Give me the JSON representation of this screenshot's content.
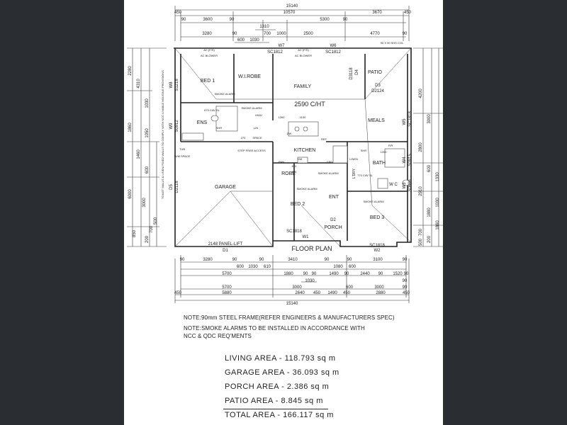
{
  "dims_top": {
    "overall": "15140",
    "row1": [
      "450",
      "10570",
      "3670",
      "450"
    ],
    "row2": [
      "90",
      "3600",
      "90",
      "5300",
      "90"
    ],
    "row3": [
      "1310"
    ],
    "row4": [
      "3280",
      "90",
      "700",
      "1000",
      "2500",
      "4770",
      "90"
    ],
    "row5": [
      "600",
      "1030"
    ]
  },
  "dims_bottom": {
    "row1": [
      "90",
      "3280",
      "90",
      "90",
      "3410",
      "90",
      "90",
      "3100",
      "90"
    ],
    "row2": [
      "600",
      "1030",
      "610",
      "1080",
      "600"
    ],
    "row3": [
      "5700",
      "1880",
      "90",
      "90",
      "1490",
      "90",
      "2440",
      "90",
      "1520",
      "90"
    ],
    "row4": [
      "1030",
      "90"
    ],
    "row5": [
      "5700",
      "3000",
      "600",
      "3000",
      "90"
    ],
    "row6": [
      "450",
      "5880",
      "2640",
      "450",
      "1490",
      "450",
      "2880",
      "450"
    ],
    "overall": "15140"
  },
  "dims_left": [
    "2280",
    "4310",
    "1030",
    "1860",
    "1050",
    "1460",
    "600",
    "6000",
    "3000",
    "850",
    "200",
    "700",
    "500"
  ],
  "dims_right": [
    "4200",
    "3000",
    "2800",
    "600",
    "1330",
    "2910",
    "1030",
    "1880",
    "1860",
    "700",
    "500",
    "200"
  ],
  "rooms": {
    "bed1": "BED 1",
    "wir": "W.I.ROBE",
    "family": "FAMILY",
    "patio": "PATIO",
    "ceiling": "2590 C/HT",
    "meals": "MEALS",
    "ens": "ENS",
    "kitchen": "KITCHEN",
    "garage": "GARAGE",
    "robe": "ROBE",
    "bed2": "BED 2",
    "ent": "ENT",
    "porch": "PORCH",
    "bath": "BATH",
    "bed3": "BED 3",
    "wc": "W C",
    "lndry": "L'DRY"
  },
  "windows": {
    "w7": "W7",
    "sc1812a": "SC1812",
    "w6": "W6",
    "sc1812b": "SC1812",
    "d3": "D3",
    "d2124": "D2124",
    "d4": "D4",
    "d3118": "D3118",
    "w8": "W8",
    "s1218": "S1218",
    "w9": "W9",
    "s0912": "S0912",
    "w5": "W5",
    "sc1818a": "SC1818",
    "w4": "W4",
    "s0915": "S0915",
    "w3": "W3",
    "s0606": "S0606",
    "d5": "D5",
    "d2118": "D2118",
    "sc1818b": "SC1818",
    "w1": "W1",
    "sc1818c": "SC1818",
    "w2": "W2",
    "d2": "D2",
    "d1": "D1",
    "panel_lift": "2148 PANEL-LIFT"
  },
  "fixtures": {
    "ac1": "AC BLOWER",
    "ac2": "AC BLOWER",
    "ac1_code": "AC (F/S)",
    "ac2_code": "AC (F/S)",
    "smoke1": "SMOKE ALARM",
    "smoke2": "SMOKE ALARM",
    "smoke3": "SMOKE ALARM",
    "smoke4": "SMOKE ALARM",
    "smoke5": "SMOKE ALARM",
    "step_free": "STEP FREE ACCESS",
    "pan": "PAN",
    "lin": "LIN",
    "wm": "W/M SPACE",
    "tub": "TUB",
    "col": "90 X 90 SHS COL",
    "cav1": "870 CAV SL",
    "cav2": "770 CAV SL",
    "shr1": "SHR",
    "shr2": "SHR",
    "bench": "1260",
    "bench2": "1200",
    "fr": "F/R",
    "dw": "DW",
    "bin": "1100",
    "ref": "REF",
    "cpd": "CPD",
    "linen": "LINEN",
    "bwall": "870",
    "bwall2": "870",
    "hwu": "HWU",
    "dw2": "DW",
    "space": "SPACE",
    "ts": "270",
    "vertical_note": "TOILET WALLS & LINEN/ FIXED WALLS TO COMPLY WITH NCC LIVABLE HOUSING PROVISIONS"
  },
  "plan_title": "FLOOR PLAN",
  "notes": [
    "NOTE:90mm STEEL FRAME(REFER ENGINEERS & MANUFACTURERS SPEC)",
    "NOTE:SMOKE ALARMS TO BE INSTALLED IN ACCORDANCE WITH",
    "NCC & QDC REQ'MENTS"
  ],
  "areas": [
    {
      "label": "LIVING AREA",
      "value": "118.793 sq m"
    },
    {
      "label": "GARAGE AREA",
      "value": "36.093 sq m"
    },
    {
      "label": "PORCH AREA",
      "value": "2.386 sq m"
    },
    {
      "label": "PATIO AREA",
      "value": "8.845 sq m"
    }
  ],
  "total": {
    "label": "TOTAL AREA",
    "value": "166.117 sq m"
  }
}
